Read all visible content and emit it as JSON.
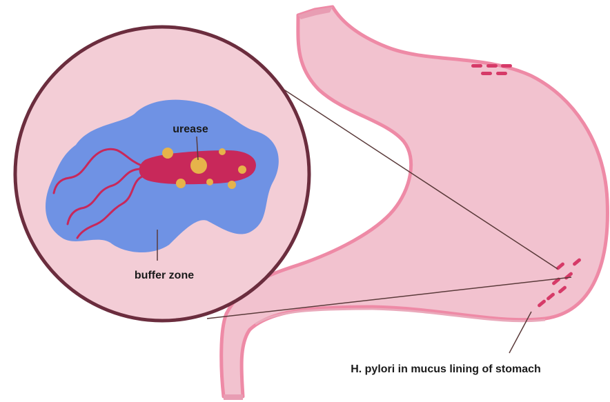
{
  "labels": {
    "urease": "urease",
    "buffer_zone": "buffer zone",
    "caption": "H. pylori in mucus lining of stomach"
  },
  "colors": {
    "stomach_fill": "#f2c2cf",
    "stomach_outline": "#ee8aa6",
    "magnifier_fill": "#f3cdd6",
    "magnifier_border": "#6b2d3e",
    "buffer_zone": "#6f92e4",
    "bacterium": "#c8285a",
    "urease_granules": "#e6b34a",
    "bacteria_marks": "#d63a68",
    "leader_lines": "#5a3a3a"
  },
  "icons": {
    "bacterium": "h-pylori-bacterium-icon",
    "stomach": "stomach-illustration"
  }
}
